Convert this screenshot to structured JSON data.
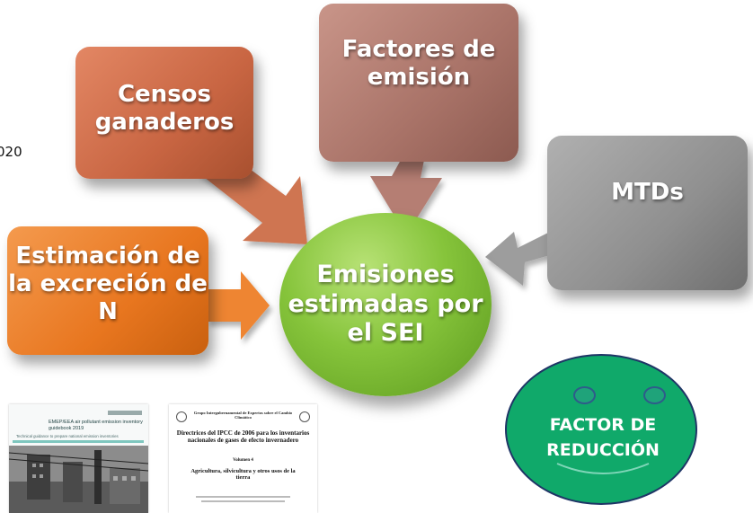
{
  "stub_text": "020",
  "boxes": {
    "censos": "Censos ganaderos",
    "factores": "Factores de emisión",
    "mtds": "MTDs",
    "estimacion": "Estimación de la excreción de N"
  },
  "center": "Emisiones estimadas por el SEI",
  "smiley": {
    "line1": "FACTOR DE",
    "line2": "REDUCCIÓN"
  },
  "doc_emep": {
    "header": "EMEP/EEA air pollutant emission inventory guidebook 2019",
    "subtitle": "Technical guidance to prepare national emission inventories"
  },
  "doc_ipcc": {
    "header": "Grupo Intergubernamental de Expertos sobre el Cambio Climático",
    "title": "Directrices del IPCC de 2006 para los inventarios nacionales de gases de efecto invernadero",
    "volume": "Volumen 4",
    "volume_title": "Agricultura, silvicultura y otros usos de la tierra"
  },
  "colors": {
    "censos": "#c86542",
    "factores": "#a87267",
    "mtds": "#8f8f8f",
    "estimacion": "#e8761f",
    "center": "#86c43b",
    "smiley": "#10a96a"
  }
}
